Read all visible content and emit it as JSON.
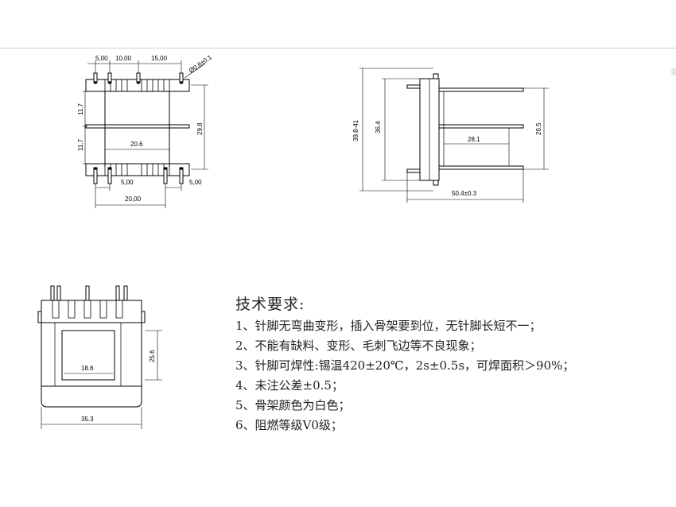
{
  "drawing1": {
    "dims": {
      "pitch_a": "5,00",
      "pitch_b": "10,00",
      "pitch_c": "15,00",
      "pin_dia": "Ø0.8±0.1",
      "height_upper": "11.7",
      "height_lower": "11.7",
      "inner_width": "20.6",
      "overall_height": "29.8",
      "bottom_pitch_a": "5,00",
      "bottom_pitch_b": "5,00",
      "bottom_span": "20,00"
    }
  },
  "drawing2": {
    "dims": {
      "outer_height": "39.8-41",
      "flange_height": "36.4",
      "winding_width": "28.1",
      "core_height": "26.5",
      "overall_length": "50.4±0.3"
    }
  },
  "drawing3": {
    "dims": {
      "window_width": "18.6",
      "body_height": "25.6",
      "overall_width": "35.3"
    }
  },
  "notes": {
    "title": "技术要求:",
    "items": [
      "1、针脚无弯曲变形，插入骨架要到位，无针脚长短不一；",
      "2、不能有缺料、变形、毛刺飞边等不良现象；",
      "3、针脚可焊性:锡温420±20℃，2s±0.5s，可焊面积＞90%；",
      "4、未注公差±0.5；",
      "5、骨架颜色为白色；",
      "6、阻燃等级V0级；"
    ]
  }
}
